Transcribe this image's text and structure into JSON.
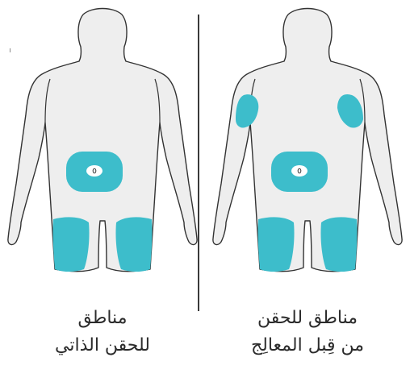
{
  "colors": {
    "body_fill": "#eeeeee",
    "body_outline": "#333333",
    "injection_zone": "#3dbdcb",
    "navel_fill": "#ffffff",
    "divider": "#3a3a3a",
    "caption_text": "#2b2b2b"
  },
  "figures": [
    {
      "caption_line1": "مناطق",
      "caption_line2": "للحقن الذاتي",
      "zones": [
        "abdomen",
        "left-thigh",
        "right-thigh"
      ]
    },
    {
      "caption_line1": "مناطق للحقن",
      "caption_line2": "من قِبل المعالِج",
      "zones": [
        "abdomen",
        "left-thigh",
        "right-thigh",
        "left-upper-arm",
        "right-upper-arm"
      ]
    }
  ]
}
